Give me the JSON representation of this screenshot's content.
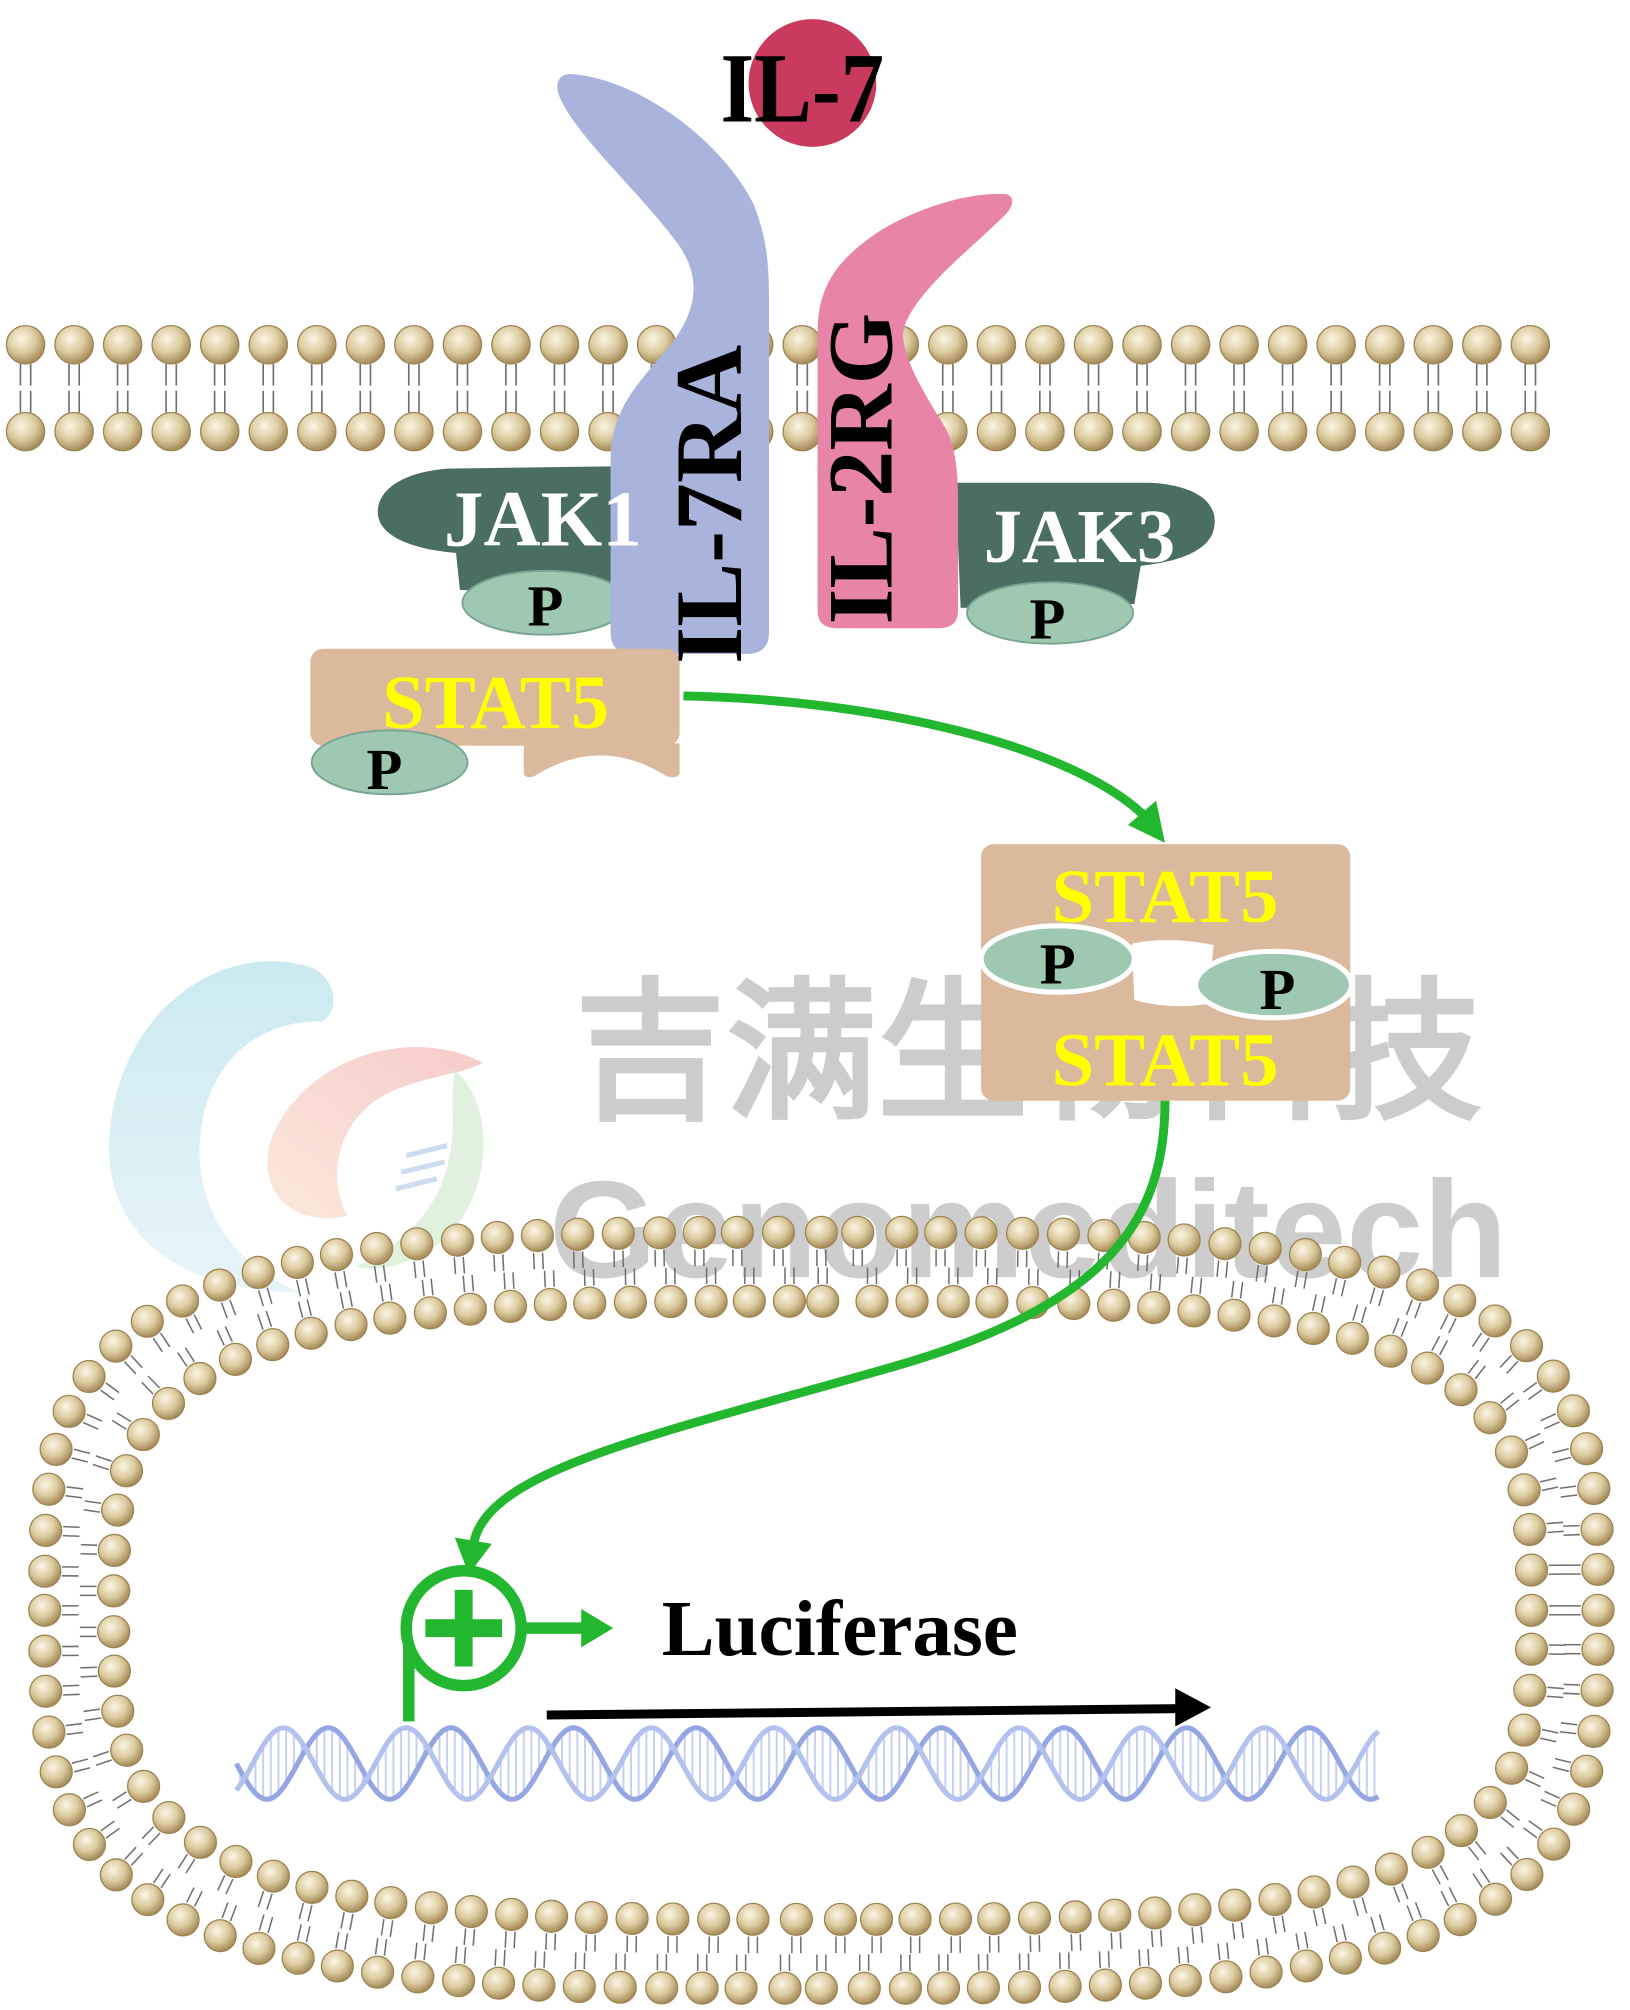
{
  "ligand": {
    "label": "IL-7",
    "color": "#c93a5c"
  },
  "receptors": {
    "il7ra": {
      "label": "IL-7RA",
      "color": "#a9b4dd"
    },
    "il2rg": {
      "label": "IL-2RG",
      "color": "#e884a8"
    }
  },
  "kinases": {
    "jak1": {
      "label": "JAK1",
      "phospho_label": "P"
    },
    "jak3": {
      "label": "JAK3",
      "phospho_label": "P"
    },
    "color": "#4a6e62",
    "label_color": "#ffffff"
  },
  "stat5": {
    "bound": {
      "label": "STAT5",
      "phospho_label": "P"
    },
    "dimer_upper": {
      "label": "STAT5",
      "phospho_label": "P"
    },
    "dimer_lower": {
      "label": "STAT5",
      "phospho_label": "P"
    },
    "color": "#dbb99c",
    "label_color": "#ffff00"
  },
  "phospho": {
    "color": "#9fc8b3",
    "label_color": "#000000"
  },
  "reporter": {
    "label": "Luciferase",
    "label_color": "#000000"
  },
  "colors": {
    "signal_arrow": "#23b72f",
    "transcription_arrow": "#000000",
    "lipid_head": "#dccb9f",
    "dna": "#9fb0e8"
  },
  "watermark": {
    "company_cn": "吉满生物科技",
    "company_en": "Genomeditech"
  }
}
